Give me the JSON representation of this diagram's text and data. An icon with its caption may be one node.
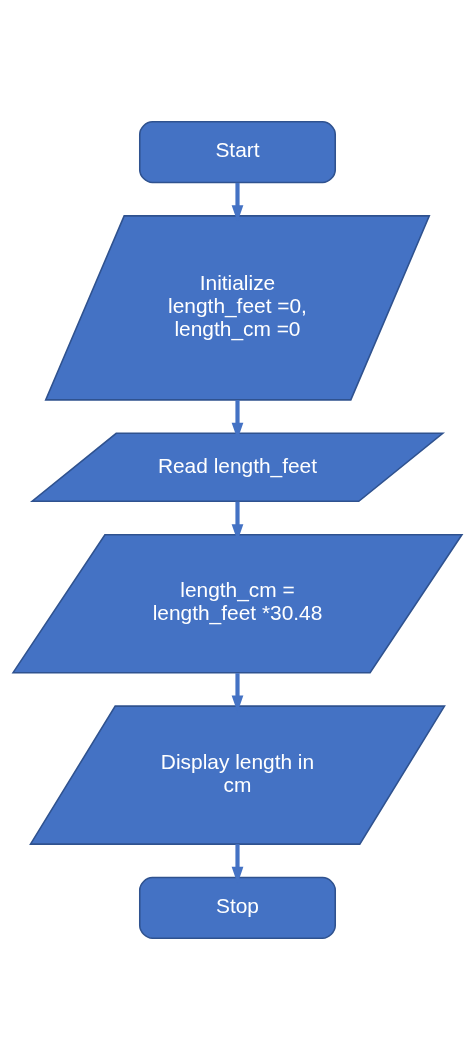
{
  "diagram": {
    "nodes": [
      {
        "text": [
          "Start"
        ]
      },
      {
        "text": [
          "Initialize length_feet =0, length_cm =0"
        ]
      },
      {
        "text": [
          "Read length_feet"
        ]
      },
      {
        "text": [
          "length_cm = length_feet *30.48"
        ]
      },
      {
        "text": [
          "Display length in cm"
        ]
      },
      {
        "text": [
          "Stop"
        ]
      }
    ],
    "edges": [
      {
        "from": 0,
        "to": 1,
        "arrow": "to"
      },
      {
        "from": 1,
        "to": 2,
        "arrow": "to"
      },
      {
        "from": 2,
        "to": 3,
        "arrow": "to"
      },
      {
        "from": 3,
        "to": 4,
        "arrow": "to"
      },
      {
        "from": 4,
        "to": 5,
        "arrow": "to"
      }
    ]
  }
}
